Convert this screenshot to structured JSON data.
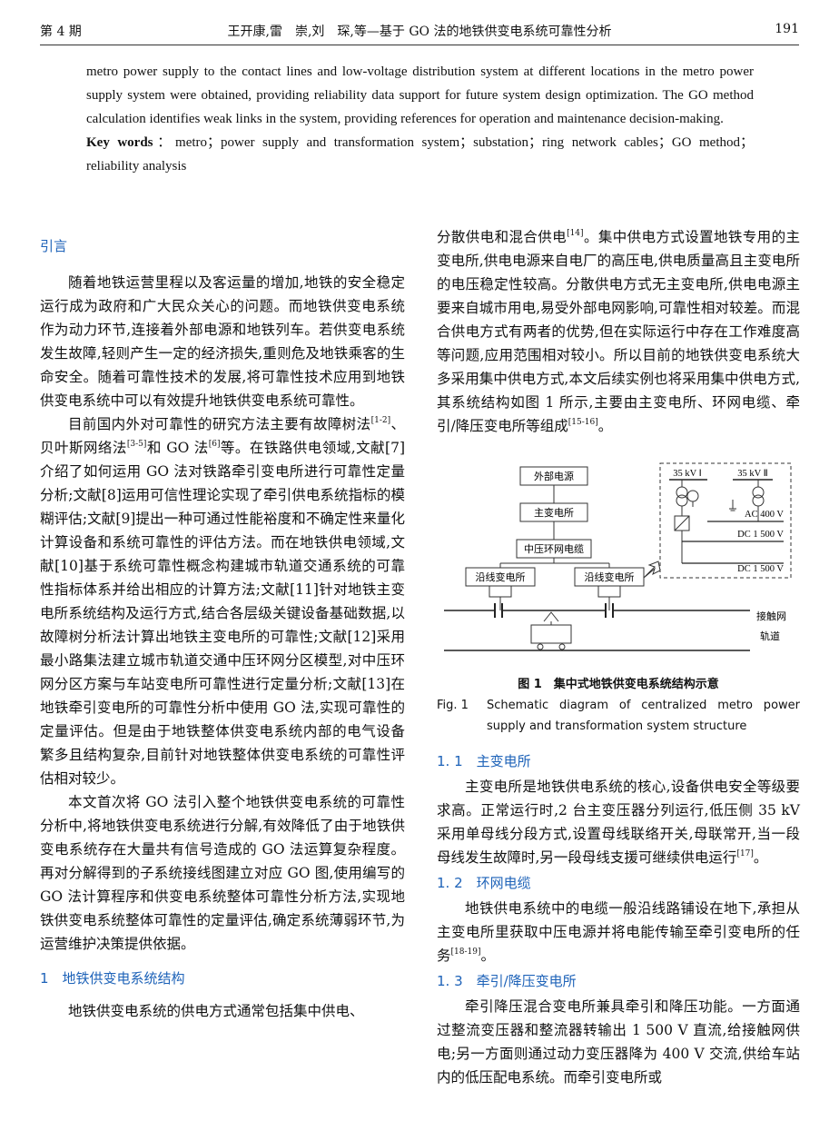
{
  "header": {
    "issue": "第 4 期",
    "running_title": "王开康,雷　崇,刘　琛,等—基于 GO 法的地铁供变电系统可靠性分析",
    "page_number": "191"
  },
  "abstract": {
    "body": "metro power supply to the contact lines and low-voltage distribution system at different locations in the metro power supply system were obtained, providing reliability data support for future system design optimization. The GO method calculation identifies weak links in the system, providing references for operation and maintenance decision-making.",
    "keywords_label": "Key words",
    "keywords": "：metro；power supply and transformation system；substation；ring network cables；GO method；reliability analysis"
  },
  "left": {
    "intro_heading": "引言",
    "p1": "随着地铁运营里程以及客运量的增加,地铁的安全稳定运行成为政府和广大民众关心的问题。而地铁供变电系统作为动力环节,连接着外部电源和地铁列车。若供变电系统发生故障,轻则产生一定的经济损失,重则危及地铁乘客的生命安全。随着可靠性技术的发展,将可靠性技术应用到地铁供变电系统中可以有效提升地铁供变电系统可靠性。",
    "p2_a": "目前国内外对可靠性的研究方法主要有故障树法",
    "p2_ref1": "[1-2]",
    "p2_b": "、贝叶斯网络法",
    "p2_ref2": "[3-5]",
    "p2_c": "和 GO 法",
    "p2_ref3": "[6]",
    "p2_d": "等。在铁路供电领域,文献[7]介绍了如何运用 GO 法对铁路牵引变电所进行可靠性定量分析;文献[8]运用可信性理论实现了牵引供电系统指标的模糊评估;文献[9]提出一种可通过性能裕度和不确定性来量化计算设备和系统可靠性的评估方法。而在地铁供电领域,文献[10]基于系统可靠性概念构建城市轨道交通系统的可靠性指标体系并给出相应的计算方法;文献[11]针对地铁主变电所系统结构及运行方式,结合各层级关键设备基础数据,以故障树分析法计算出地铁主变电所的可靠性;文献[12]采用最小路集法建立城市轨道交通中压环网分区模型,对中压环网分区方案与车站变电所可靠性进行定量分析;文献[13]在地铁牵引变电所的可靠性分析中使用 GO 法,实现可靠性的定量评估。但是由于地铁整体供变电系统内部的电气设备繁多且结构复杂,目前针对地铁整体供变电系统的可靠性评估相对较少。",
    "p3": "本文首次将 GO 法引入整个地铁供变电系统的可靠性分析中,将地铁供变电系统进行分解,有效降低了由于地铁供变电系统存在大量共有信号造成的 GO 法运算复杂程度。再对分解得到的子系统接线图建立对应 GO 图,使用编写的 GO 法计算程序和供变电系统整体可靠性分析方法,实现地铁供变电系统整体可靠性的定量评估,确定系统薄弱环节,为运营维护决策提供依据。",
    "sec1_heading": "1　地铁供变电系统结构",
    "p4": "地铁供变电系统的供电方式通常包括集中供电、"
  },
  "right": {
    "p1_a": "分散供电和混合供电",
    "p1_ref1": "[14]",
    "p1_b": "。集中供电方式设置地铁专用的主变电所,供电电源来自电厂的高压电,供电质量高且主变电所的电压稳定性较高。分散供电方式无主变电所,供电电源主要来自城市用电,易受外部电网影响,可靠性相对较差。而混合供电方式有两者的优势,但在实际运行中存在工作难度高等问题,应用范围相对较小。所以目前的地铁供变电系统大多采用集中供电方式,本文后续实例也将采用集中供电方式,其系统结构如图 1 所示,主要由主变电所、环网电缆、牵引/降压变电所等组成",
    "p1_ref2": "[15-16]",
    "p1_c": "。",
    "figure": {
      "box_external": "外部电源",
      "box_main": "主变电所",
      "box_ring": "中压环网电缆",
      "box_sub_left": "沿线变电所",
      "box_sub_right": "沿线变电所",
      "v_35_1": "35 kV Ⅰ",
      "v_35_2": "35 kV Ⅱ",
      "v_ac400": "AC 400 V",
      "v_dc1500_a": "DC 1 500 V",
      "v_dc1500_b": "DC 1 500 V",
      "label_catenary": "接触网",
      "label_track": "轨道",
      "caption_zh": "图 1　集中式地铁供变电系统结构示意",
      "caption_en_label": "Fig. 1",
      "caption_en": "Schematic diagram of centralized metro power supply and transformation system structure"
    },
    "s11_heading": "1. 1　主变电所",
    "s11_a": "主变电所是地铁供电系统的核心,设备供电安全等级要求高。正常运行时,2 台主变压器分列运行,低压侧 35 kV 采用单母线分段方式,设置母线联络开关,母联常开,当一段母线发生故障时,另一段母线支援可继续供电运行",
    "s11_ref": "[17]",
    "s11_b": "。",
    "s12_heading": "1. 2　环网电缆",
    "s12_a": "地铁供电系统中的电缆一般沿线路铺设在地下,承担从主变电所里获取中压电源并将电能传输至牵引变电所的任务",
    "s12_ref": "[18-19]",
    "s12_b": "。",
    "s13_heading": "1. 3　牵引/降压变电所",
    "s13_a": "牵引降压混合变电所兼具牵引和降压功能。一方面通过整流变压器和整流器转输出 1 500 V 直流,给接触网供电;另一方面则通过动力变压器降为 400 V 交流,供给车站内的低压配电系统。而牵引变电所或"
  }
}
